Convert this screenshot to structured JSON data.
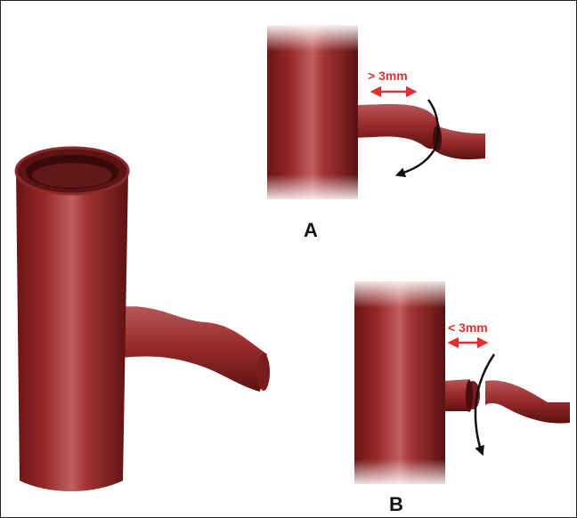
{
  "panel_a": {
    "label": "A",
    "measure": "> 3mm"
  },
  "panel_b": {
    "label": "B",
    "measure": "< 3mm"
  },
  "colors": {
    "vessel": "#8e2222",
    "vessel_dark": "#5e1212",
    "vessel_light": "#c46a6a",
    "annotation": "#e03030",
    "arrow": "#111111"
  }
}
